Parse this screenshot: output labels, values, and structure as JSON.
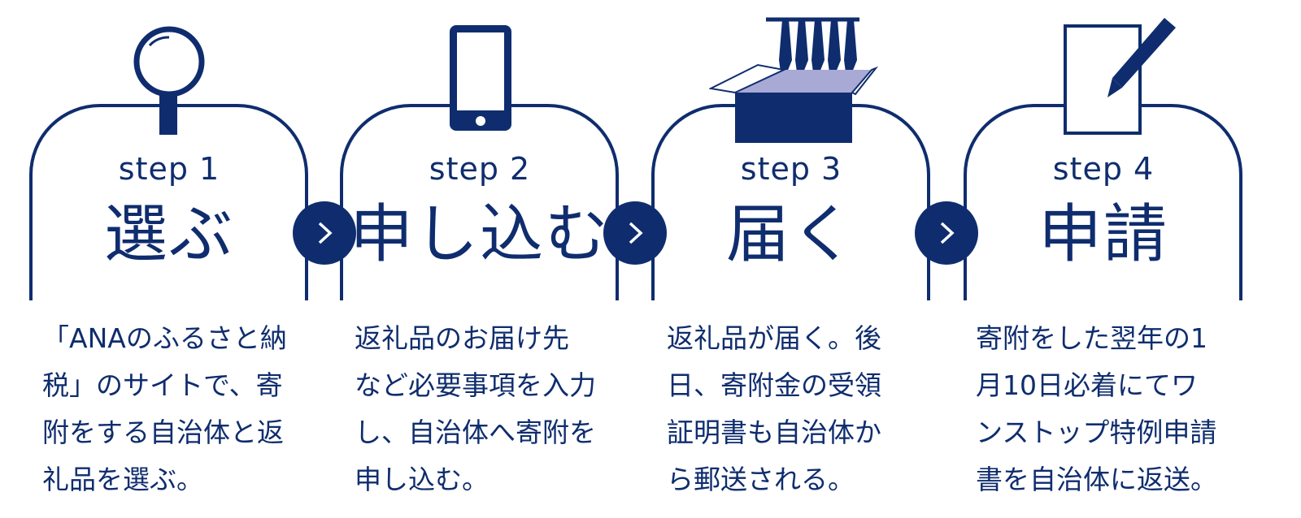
{
  "colors": {
    "primary": "#0f2d6e",
    "box_inner": "#a9a9d6",
    "background": "#ffffff"
  },
  "steps": [
    {
      "label": "step 1",
      "title": "選ぶ",
      "icon": "magnifier-icon",
      "desc_lines": [
        "「ANAのふるさと納",
        "税」のサイトで、寄",
        "附をする自治体と返",
        "礼品を選ぶ。"
      ]
    },
    {
      "label": "step 2",
      "title": "申し込む",
      "icon": "smartphone-icon",
      "desc_lines": [
        "返礼品のお届け先",
        "など必要事項を入力",
        "し、自治体へ寄附を",
        "申し込む。"
      ]
    },
    {
      "label": "step 3",
      "title": "届く",
      "icon": "delivery-box-icon",
      "desc_lines": [
        "返礼品が届く。後",
        "日、寄附金の受領",
        "証明書も自治体か",
        "ら郵送される。"
      ]
    },
    {
      "label": "step 4",
      "title": "申請",
      "icon": "paper-pen-icon",
      "desc_lines": [
        "寄附をした翌年の1",
        "月10日必着にてワ",
        "ンストップ特例申請",
        "書を自治体に返送。"
      ]
    }
  ],
  "arrow_glyph": "chevron-right-icon"
}
